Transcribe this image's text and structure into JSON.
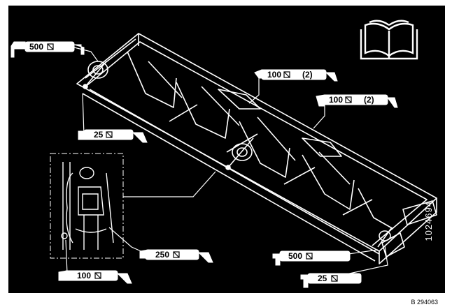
{
  "callouts": {
    "top_left": "500",
    "center_top": "100",
    "center_top_qty": "(2)",
    "right_top": "100",
    "right_top_qty": "(2)",
    "left_mid": "25",
    "detail_mid": "250",
    "bottom_right": "500",
    "detail_bottom": "100",
    "bottom_right_low": "25"
  },
  "icons": [
    "manual-book-icon",
    "grease-fitting-icon"
  ],
  "colors": {
    "background": "#000000",
    "lines": "#ffffff",
    "outer": "#ffffff"
  },
  "vertical_id": "1024694",
  "figure_ref": "B 294063"
}
